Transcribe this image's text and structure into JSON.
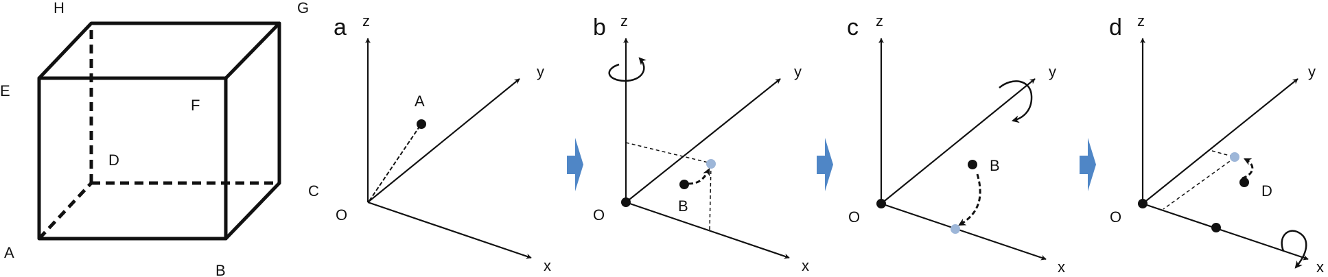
{
  "colors": {
    "stroke": "#111111",
    "projected_point": "#9db6d8",
    "step_arrow": "#4f86c6"
  },
  "cube": {
    "vertex_labels": {
      "A": "A",
      "B": "B",
      "C": "C",
      "D": "D",
      "E": "E",
      "F": "F",
      "G": "G",
      "H": "H"
    }
  },
  "panels": [
    {
      "id": "a",
      "label": "a",
      "axis_z": "z",
      "axis_y": "y",
      "axis_x": "x",
      "origin": "O",
      "point": "A"
    },
    {
      "id": "b",
      "label": "b",
      "axis_z": "z",
      "axis_y": "y",
      "axis_x": "x",
      "origin": "O",
      "point": "B"
    },
    {
      "id": "c",
      "label": "c",
      "axis_z": "z",
      "axis_y": "y",
      "axis_x": "x",
      "origin": "O",
      "point": "B"
    },
    {
      "id": "d",
      "label": "d",
      "axis_z": "z",
      "axis_y": "y",
      "axis_x": "x",
      "origin": "O",
      "point": "D"
    }
  ]
}
